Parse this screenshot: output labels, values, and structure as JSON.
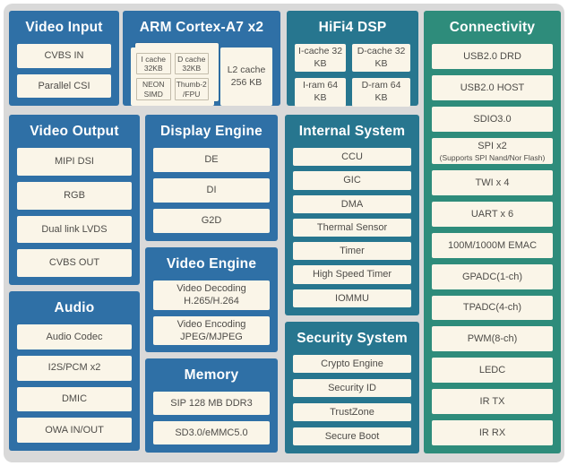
{
  "colors": {
    "blue": "#2f70a6",
    "teal": "#27768f",
    "green": "#2e8c7b",
    "cream": "#faf5e8",
    "canvas": "#d9d9d9",
    "text": "#4e4c48",
    "header_text": "#ffffff",
    "cache_border": "#c3bcab"
  },
  "panels": {
    "video_input": {
      "title": "Video Input",
      "items": [
        "CVBS IN",
        "Parallel CSI"
      ]
    },
    "arm": {
      "title": "ARM Cortex-A7 x2",
      "cache_boxes": [
        "I cache\n32KB",
        "D cache\n32KB",
        "NEON\nSIMD",
        "Thumb-2\n/FPU"
      ],
      "l2_cache": "L2 cache\n256 KB"
    },
    "hifi4": {
      "title": "HiFi4 DSP",
      "items": [
        "I-cache 32 KB",
        "D-cache 32 KB",
        "I-ram 64 KB",
        "D-ram 64 KB"
      ]
    },
    "connectivity": {
      "title": "Connectivity",
      "items": [
        {
          "label": "USB2.0 DRD"
        },
        {
          "label": "USB2.0 HOST"
        },
        {
          "label": "SDIO3.0"
        },
        {
          "label": "SPI x2",
          "sub": "(Supports SPI Nand/Nor Flash)"
        },
        {
          "label": "TWI x 4"
        },
        {
          "label": "UART x 6"
        },
        {
          "label": "100M/1000M EMAC"
        },
        {
          "label": "GPADC(1-ch)"
        },
        {
          "label": "TPADC(4-ch)"
        },
        {
          "label": "PWM(8-ch)"
        },
        {
          "label": "LEDC"
        },
        {
          "label": "IR TX"
        },
        {
          "label": "IR RX"
        }
      ]
    },
    "video_output": {
      "title": "Video Output",
      "items": [
        "MIPI DSI",
        "RGB",
        "Dual link LVDS",
        "CVBS OUT"
      ]
    },
    "display_engine": {
      "title": "Display Engine",
      "items": [
        "DE",
        "DI",
        "G2D"
      ]
    },
    "video_engine": {
      "title": "Video Engine",
      "items": [
        "Video Decoding\nH.265/H.264",
        "Video Encoding\nJPEG/MJPEG"
      ]
    },
    "memory": {
      "title": "Memory",
      "items": [
        "SIP 128 MB DDR3",
        "SD3.0/eMMC5.0"
      ]
    },
    "internal_system": {
      "title": "Internal System",
      "items": [
        "CCU",
        "GIC",
        "DMA",
        "Thermal Sensor",
        "Timer",
        "High Speed Timer",
        "IOMMU"
      ]
    },
    "audio": {
      "title": "Audio",
      "items": [
        "Audio Codec",
        "I2S/PCM x2",
        "DMIC",
        "OWA IN/OUT"
      ]
    },
    "security_system": {
      "title": "Security System",
      "items": [
        "Crypto Engine",
        "Security ID",
        "TrustZone",
        "Secure Boot"
      ]
    }
  }
}
